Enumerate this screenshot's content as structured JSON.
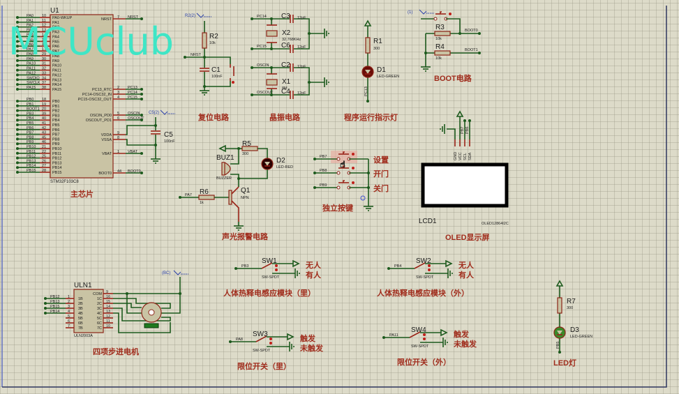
{
  "watermark": "MCUclub",
  "colors": {
    "wire": "#1d5a1d",
    "pin": "#9a2418",
    "title": "#a02c1c",
    "watermark": "#3ee6c6",
    "background": "#dddbc9"
  },
  "mcu": {
    "ref": "U1",
    "part": "STM32F103C8",
    "title": "主芯片",
    "left_pins": [
      {
        "net": "PA0",
        "num": "10",
        "name": "PA0-WKUP"
      },
      {
        "net": "PA1",
        "num": "11",
        "name": "PA1"
      },
      {
        "net": "PA2",
        "num": "12",
        "name": "PA2"
      },
      {
        "net": "PA3",
        "num": "13",
        "name": "PA3"
      },
      {
        "net": "PA4",
        "num": "14",
        "name": "PA4"
      },
      {
        "net": "PA5",
        "num": "15",
        "name": "PA5"
      },
      {
        "net": "PA6",
        "num": "16",
        "name": "PA6"
      },
      {
        "net": "PA7",
        "num": "17",
        "name": "PA7"
      },
      {
        "net": "PA8",
        "num": "29",
        "name": "PA8"
      },
      {
        "net": "PA9",
        "num": "30",
        "name": "PA9"
      },
      {
        "net": "PA10",
        "num": "31",
        "name": "PA10"
      },
      {
        "net": "PA11",
        "num": "32",
        "name": "PA11"
      },
      {
        "net": "PA12",
        "num": "33",
        "name": "PA12"
      },
      {
        "net": "SWDIO",
        "num": "34",
        "name": "PA13"
      },
      {
        "net": "SWCLK",
        "num": "37",
        "name": "PA14"
      },
      {
        "net": "PA15",
        "num": "38",
        "name": "PA15"
      },
      {
        "net": "PB0",
        "num": "18",
        "name": "PB0"
      },
      {
        "net": "PB1",
        "num": "19",
        "name": "PB1"
      },
      {
        "net": "BOOT1",
        "num": "20",
        "name": "PB2"
      },
      {
        "net": "PB3",
        "num": "39",
        "name": "PB3"
      },
      {
        "net": "PB4",
        "num": "40",
        "name": "PB4"
      },
      {
        "net": "PB5",
        "num": "41",
        "name": "PB5"
      },
      {
        "net": "PB6",
        "num": "42",
        "name": "PB6"
      },
      {
        "net": "PB7",
        "num": "43",
        "name": "PB7"
      },
      {
        "net": "PB8",
        "num": "45",
        "name": "PB8"
      },
      {
        "net": "PB9",
        "num": "46",
        "name": "PB9"
      },
      {
        "net": "PB10",
        "num": "21",
        "name": "PB10"
      },
      {
        "net": "PB11",
        "num": "22",
        "name": "PB11"
      },
      {
        "net": "PB12",
        "num": "25",
        "name": "PB12"
      },
      {
        "net": "PB13",
        "num": "26",
        "name": "PB13"
      },
      {
        "net": "PB14",
        "num": "27",
        "name": "PB14"
      },
      {
        "net": "PB15",
        "num": "28",
        "name": "PB15"
      }
    ],
    "right_pins": [
      {
        "net": "NRST",
        "num": "7",
        "name": "NRST"
      },
      {
        "net": "PC13",
        "num": "2",
        "name": "PC13_RTC"
      },
      {
        "net": "PC14",
        "num": "3",
        "name": "PC14-OSC32_IN"
      },
      {
        "net": "PC15",
        "num": "4",
        "name": "PC15-OSC32_OUT"
      },
      {
        "net": "OSCIN",
        "num": "5",
        "name": "OSCIN_PD0"
      },
      {
        "net": "OSCOUT",
        "num": "6",
        "name": "OSCOUT_PD1"
      },
      {
        "net": "",
        "num": "9",
        "name": "VDDA"
      },
      {
        "net": "",
        "num": "8",
        "name": "VSSA"
      },
      {
        "net": "VBAT",
        "num": "1",
        "name": "VBAT"
      },
      {
        "net": "BOOT0",
        "num": "44",
        "name": "BOOT0"
      }
    ]
  },
  "c5": {
    "ref": "C5",
    "value": "100nF",
    "probe": "C5(2)"
  },
  "reset": {
    "title": "复位电路",
    "probe": "R2(2)",
    "r_ref": "R2",
    "r_val": "10k",
    "c_ref": "C1",
    "c_val": "100nF",
    "net": "NRST"
  },
  "crystal": {
    "title": "晶振电路",
    "x2_ref": "X2",
    "x2_val": "32.768KHz",
    "x1_ref": "X1",
    "x1_val": "8M",
    "c3": "C3",
    "c6": "C6",
    "c2": "C2",
    "c4": "C4",
    "cap_val": "12pF",
    "net_pc14": "PC14",
    "net_pc15": "PC15",
    "net_oscin": "OSCIN",
    "net_oscout": "OSCOUT"
  },
  "indicator": {
    "title": "程序运行指示灯",
    "r_ref": "R1",
    "r_val": "300",
    "d_ref": "D1",
    "d_val": "LED-GREEN",
    "net": "PC13"
  },
  "boot": {
    "title": "BOOT电路",
    "probe": "(1)",
    "r3": "R3",
    "r4": "R4",
    "r_val": "10k",
    "net0": "BOOT0",
    "net1": "BOOT1"
  },
  "oled": {
    "title": "OLED显示屏",
    "ref": "LCD1",
    "part": "OLED12864I2C",
    "pins": [
      "GND",
      "VCC",
      "SCL",
      "SDA"
    ],
    "nets": [
      "PB7",
      "PB6"
    ]
  },
  "alarm": {
    "title": "声光报警电路",
    "r5": "R5",
    "r5_val": "300",
    "d2": "D2",
    "d2_val": "LED-RED",
    "buz": "BUZ1",
    "buz_val": "BUZZER",
    "q": "Q1",
    "q_val": "NPN",
    "r6": "R6",
    "r6_val": "1k",
    "net": "PA7"
  },
  "keys": {
    "title": "独立按键",
    "items": [
      {
        "net": "PB7",
        "label": "设置"
      },
      {
        "net": "PB8",
        "label": "开门"
      },
      {
        "net": "PB9",
        "label": "关门"
      }
    ]
  },
  "stepper": {
    "title": "四项步进电机",
    "ref": "ULN1",
    "part": "ULN2003A",
    "probe": "(BC)",
    "in_nets": [
      "PB12",
      "PB13",
      "PB15",
      "PB14"
    ],
    "in_pins": [
      "1B",
      "2B",
      "3B",
      "4B",
      "5B",
      "6B",
      "7B"
    ],
    "in_nums": [
      "1",
      "2",
      "3",
      "4",
      "5",
      "6",
      "7"
    ],
    "out_pins": [
      "COM",
      "1C",
      "2C",
      "3C",
      "4C",
      "5C",
      "6C",
      "7C"
    ],
    "out_nums": [
      "9",
      "16",
      "15",
      "14",
      "13",
      "12",
      "11",
      "10"
    ]
  },
  "switches": [
    {
      "ref": "SW1",
      "part": "SW-SPDT",
      "net": "PB3",
      "up": "无人",
      "down": "有人",
      "title": "人体热释电感应模块（里）"
    },
    {
      "ref": "SW2",
      "part": "SW-SPDT",
      "net": "PB4",
      "up": "无人",
      "down": "有人",
      "title": "人体热释电感应模块（外）"
    },
    {
      "ref": "SW3",
      "part": "SW-SPDT",
      "net": "PA8",
      "up": "触发",
      "down": "未触发",
      "title": "限位开关（里）"
    },
    {
      "ref": "SW4",
      "part": "SW-SPDT",
      "net": "PA11",
      "up": "触发",
      "down": "未触发",
      "title": "限位开关（外）"
    }
  ],
  "led": {
    "title": "LED灯",
    "r_ref": "R7",
    "r_val": "300",
    "d_ref": "D3",
    "d_val": "LED-GREEN",
    "net": "PB5"
  }
}
